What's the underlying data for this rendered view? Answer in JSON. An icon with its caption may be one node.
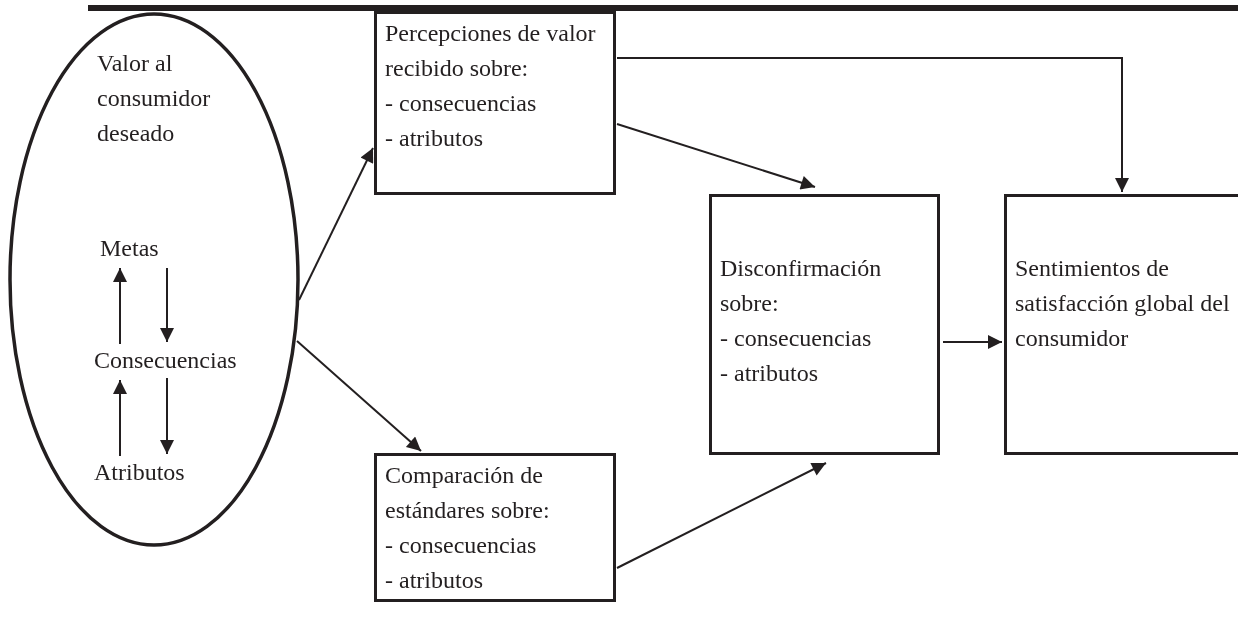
{
  "diagram": {
    "nodes": [
      {
        "text": [
          "Valor al consumidor deseado"
        ]
      },
      {
        "text": [
          "Metas"
        ],
        "in": 0
      },
      {
        "text": [
          "Consecuencias"
        ],
        "in": 0
      },
      {
        "text": [
          "Atributos"
        ],
        "in": 0
      },
      {
        "text": [
          "Percepciones de valor recibido sobre:",
          "- consecuencias",
          "- atributos"
        ]
      },
      {
        "text": [
          "Comparación de estándares sobre:",
          "- consecuencias",
          "- atributos"
        ]
      },
      {
        "text": [
          "Disconfirmación sobre:",
          "- consecuencias",
          "- atributos"
        ]
      },
      {
        "text": [
          "Sentimientos de satisfacción global del consumidor"
        ]
      }
    ],
    "edges": [
      {
        "from": 2,
        "to": 1,
        "arrow": "to"
      },
      {
        "from": 1,
        "to": 2,
        "arrow": "to"
      },
      {
        "from": 3,
        "to": 2,
        "arrow": "to"
      },
      {
        "from": 2,
        "to": 3,
        "arrow": "to"
      },
      {
        "from": 0,
        "to": 4,
        "arrow": "to"
      },
      {
        "from": 0,
        "to": 5,
        "arrow": "to"
      },
      {
        "from": 4,
        "to": 6,
        "arrow": "to"
      },
      {
        "from": 5,
        "to": 6,
        "arrow": "to"
      },
      {
        "from": 4,
        "to": 7,
        "arrow": "to"
      },
      {
        "from": 6,
        "to": 7,
        "arrow": "to"
      }
    ]
  }
}
